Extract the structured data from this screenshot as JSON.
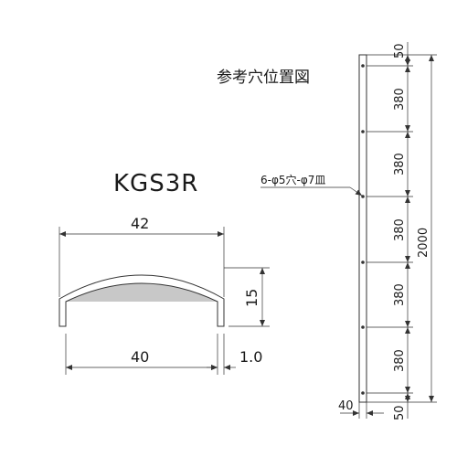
{
  "title": "参考穴位置図",
  "model": "KGS3R",
  "section_dims": {
    "top_width": "42",
    "bottom_width": "40",
    "height": "15",
    "thickness": "1.0"
  },
  "hole_note": "6-φ5穴-φ7皿",
  "rail_dims": {
    "end_top": "50",
    "spacings": [
      "380",
      "380",
      "380",
      "380",
      "380"
    ],
    "end_bottom": "50",
    "total": "2000",
    "width": "40"
  },
  "colors": {
    "fill": "#c8c8c8",
    "line": "#333333"
  }
}
